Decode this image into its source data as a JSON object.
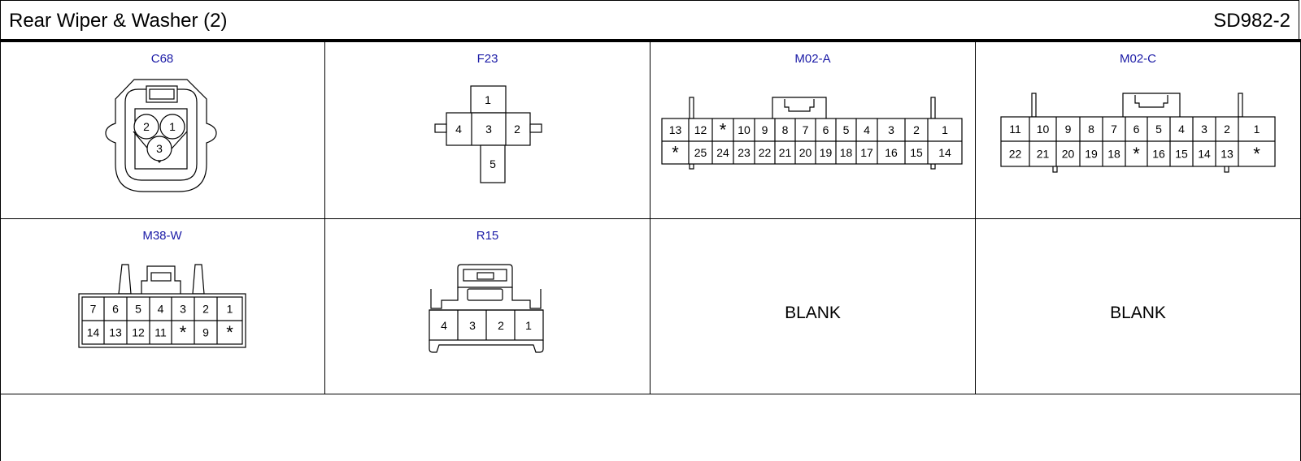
{
  "header": {
    "title": "Rear Wiper & Washer (2)",
    "code": "SD982-2"
  },
  "connectors": {
    "c68": {
      "label": "C68",
      "pins": [
        "2",
        "1",
        "3"
      ]
    },
    "f23": {
      "label": "F23",
      "pins": [
        "1",
        "4",
        "3",
        "2",
        "5"
      ]
    },
    "m02a": {
      "label": "M02-A",
      "row1": [
        "13",
        "12",
        "*",
        "10",
        "9",
        "8",
        "7",
        "6",
        "5",
        "4",
        "3",
        "2",
        "1"
      ],
      "row2": [
        "*",
        "25",
        "24",
        "23",
        "22",
        "21",
        "20",
        "19",
        "18",
        "17",
        "16",
        "15",
        "14"
      ]
    },
    "m02c": {
      "label": "M02-C",
      "row1": [
        "11",
        "10",
        "9",
        "8",
        "7",
        "6",
        "5",
        "4",
        "3",
        "2",
        "1"
      ],
      "row2": [
        "22",
        "21",
        "20",
        "19",
        "18",
        "*",
        "16",
        "15",
        "14",
        "13",
        "*"
      ]
    },
    "m38w": {
      "label": "M38-W",
      "row1": [
        "7",
        "6",
        "5",
        "4",
        "3",
        "2",
        "1"
      ],
      "row2": [
        "14",
        "13",
        "12",
        "11",
        "*",
        "9",
        "*"
      ]
    },
    "r15": {
      "label": "R15",
      "pins": [
        "4",
        "3",
        "2",
        "1"
      ]
    },
    "blank1": {
      "label": "BLANK"
    },
    "blank2": {
      "label": "BLANK"
    }
  }
}
